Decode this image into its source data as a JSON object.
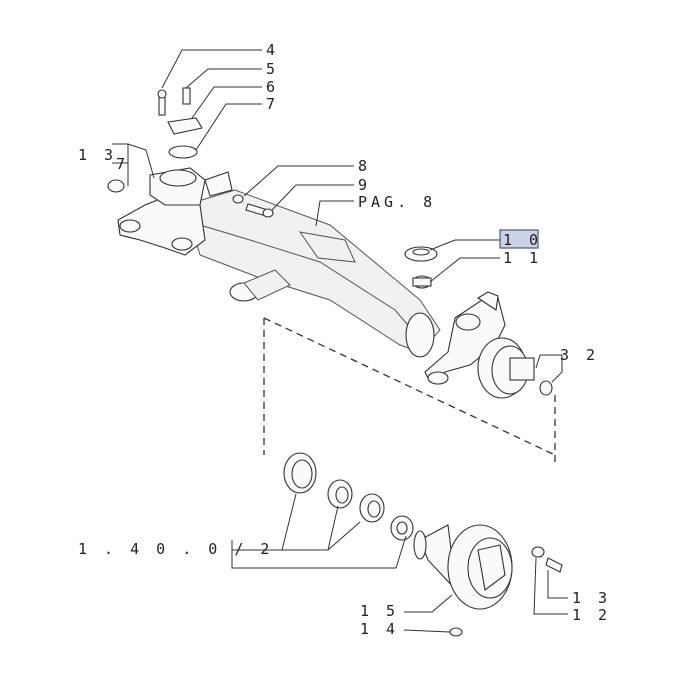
{
  "callouts": {
    "c4": "4",
    "c5": "5",
    "c6": "6",
    "c7_top": "7",
    "c13_left": "1 3",
    "c7_left": "7",
    "c8": "8",
    "c9": "9",
    "c_pag": "PAG.  8",
    "c10": "1 0",
    "c11": "1 1",
    "c32": "3 2",
    "c_ref": "1 . 4 0 . 0 / 2",
    "c15": "1 5",
    "c14": "1 4",
    "c13_right": "1 3",
    "c12": "1 2"
  },
  "highlight": {
    "fill": "#c9d3e6",
    "stroke": "#4a5a78"
  }
}
